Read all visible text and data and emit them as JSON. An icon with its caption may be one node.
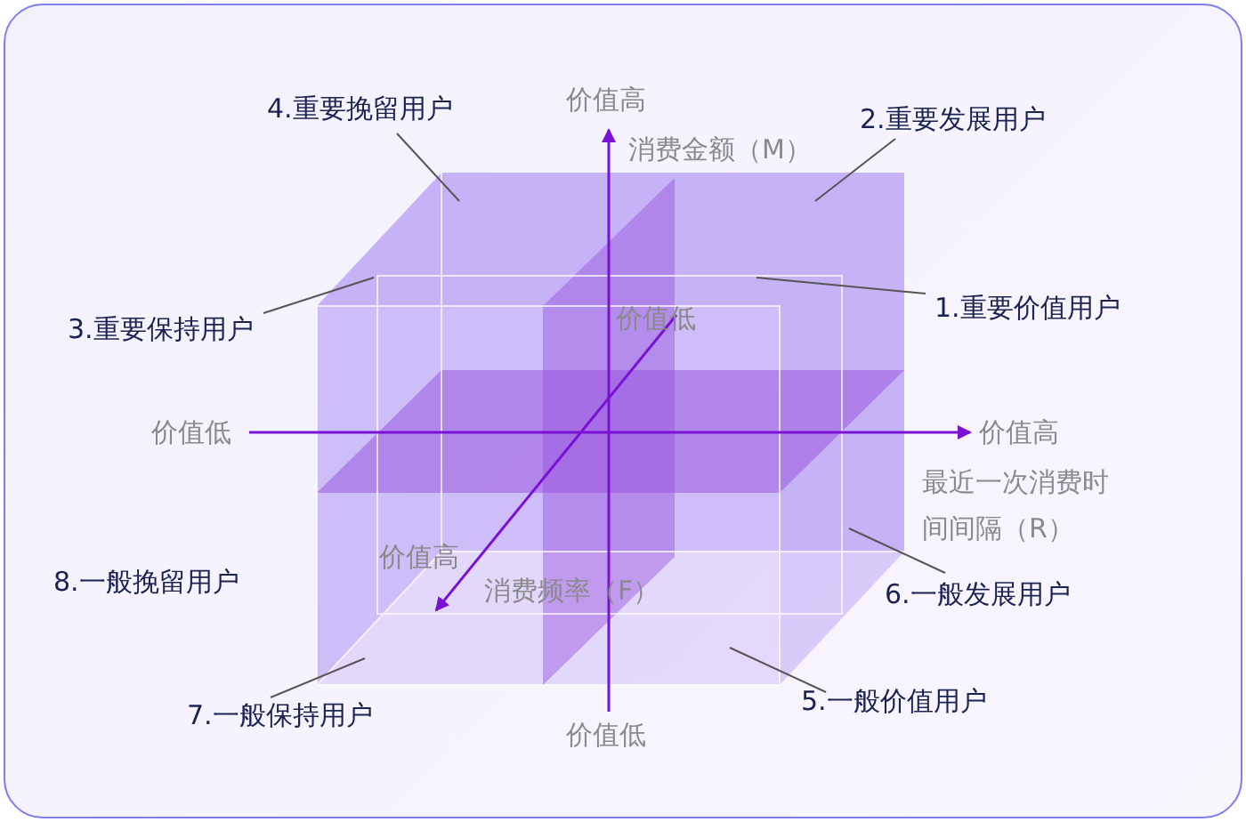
{
  "diagram": {
    "nodes": [
      {
        "text": [
          "4.重要挽留用户"
        ]
      },
      {
        "text": [
          "2.重要发展用户"
        ]
      },
      {
        "text": [
          "3.重要保持用户"
        ]
      },
      {
        "text": [
          "1.重要价值用户"
        ]
      },
      {
        "text": [
          "8.一般挽留用户"
        ]
      },
      {
        "text": [
          "6.一般发展用户"
        ]
      },
      {
        "text": [
          "7.一般保持用户"
        ]
      },
      {
        "text": [
          "5.一般价值用户"
        ]
      }
    ],
    "edges": [
      {
        "from": 0,
        "to": null,
        "arrow": "none"
      },
      {
        "from": 1,
        "to": null,
        "arrow": "none"
      },
      {
        "from": 2,
        "to": null,
        "arrow": "none"
      },
      {
        "from": 3,
        "to": null,
        "arrow": "none"
      },
      {
        "from": 5,
        "to": null,
        "arrow": "none"
      },
      {
        "from": 6,
        "to": null,
        "arrow": "none"
      },
      {
        "from": 7,
        "to": null,
        "arrow": "none"
      }
    ],
    "labels": [
      "价值高",
      "消费金额（M）",
      "价值低",
      "价值低",
      "价值高",
      "最近一次消费时间间隔（R）",
      "价值高",
      "消费频率（F）",
      "价值低"
    ]
  }
}
